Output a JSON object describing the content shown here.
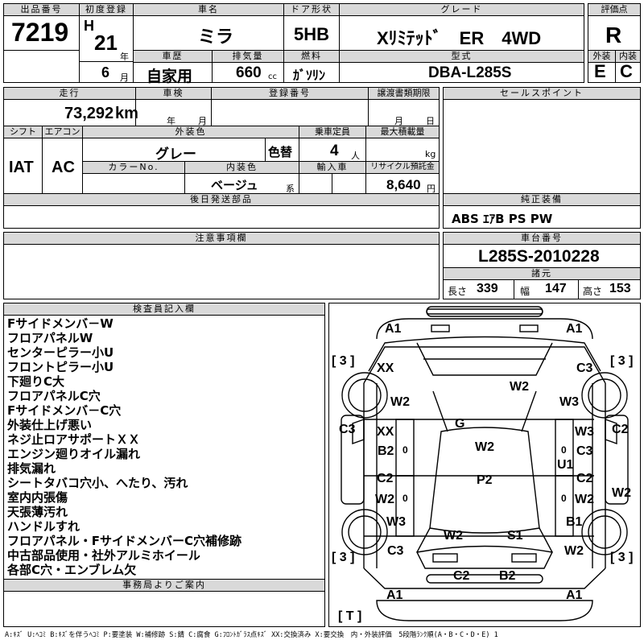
{
  "header": {
    "lot_label": "出品番号",
    "lot_number": "7219",
    "first_reg_label": "初度登録",
    "era": "H",
    "year": "21",
    "year_unit": "年",
    "month": "6",
    "month_unit": "月",
    "car_name_label": "車名",
    "car_name": "ミラ",
    "door_label": "ドア形状",
    "door": "5HB",
    "grade_label": "グレード",
    "grade": "Xﾘﾐﾃｯﾄﾞ　ER　4WD",
    "score_label": "評価点",
    "score": "R",
    "history_label": "車歴",
    "history": "自家用",
    "displacement_label": "排気量",
    "displacement": "660",
    "displacement_unit": "cc",
    "fuel_label": "燃料",
    "fuel": "ｶﾞｿﾘﾝ",
    "model_label": "型式",
    "model": "DBA-L285S",
    "exterior_label": "外装",
    "exterior": "E",
    "interior_label": "内装",
    "interior": "C"
  },
  "row2": {
    "mileage_label": "走行",
    "mileage": "73,292",
    "mileage_unit": "km",
    "inspection_label": "車検",
    "insp_year_unit": "年",
    "insp_month_unit": "月",
    "reg_no_label": "登録番号",
    "transfer_label": "譲渡書類期限",
    "transfer_month": "月",
    "transfer_day": "日",
    "sales_point_label": "セールスポイント",
    "shift_label": "シフト",
    "shift": "IAT",
    "ac_label": "エアコン",
    "ac": "AC",
    "color_label": "外装色",
    "color": "グレー",
    "color_change": "色替",
    "capacity_label": "乗車定員",
    "capacity": "4",
    "capacity_unit": "人",
    "max_load_label": "最大積載量",
    "max_load_unit": "kg",
    "color_no_label": "カラーNo.",
    "interior_color_label": "内装色",
    "interior_color": "ベージュ",
    "interior_color_unit": "系",
    "import_label": "輸入車",
    "recycle_label": "リサイクル預託金",
    "recycle": "8,640",
    "recycle_unit": "円",
    "later_parts_label": "後日発送部品",
    "equipment_label": "純正装備",
    "equipment": "ABS ｴｱB PS PW"
  },
  "notes": {
    "caution_label": "注意事項欄",
    "chassis_label": "車台番号",
    "chassis": "L285S-2010228",
    "spec_label": "諸元",
    "length_label": "長さ",
    "length": "339",
    "width_label": "幅",
    "width": "147",
    "height_label": "高さ",
    "height": "153"
  },
  "inspector": {
    "label": "検査員記入欄",
    "lines": [
      "Fサイドメンバ－W",
      "フロアパネルW",
      "センターピラー小U",
      "フロントピラー小U",
      "下廻りC大",
      "フロアパネルC穴",
      "Fサイドメンバ－C穴",
      "外装仕上げ悪い",
      "ネジ止ロアサポートＸＸ",
      "エンジン廻りオイル漏れ",
      "排気漏れ",
      "シートタバコ穴小、へたり、汚れ",
      "室内内張傷",
      "天張薄汚れ",
      "ハンドルすれ",
      "フロアパネル・FサイドメンバーC穴補修跡",
      "中古部品使用・社外アルミホイール",
      "各部C穴・エンブレム欠"
    ],
    "office_label": "事務局よりご案内"
  },
  "diagram_marks": {
    "front_left": "A1",
    "front_right": "A1",
    "rear_left": "A1",
    "rear_right": "A1",
    "tire_fl": "[ 3 ]",
    "tire_fr": "[ 3 ]",
    "tire_rl": "[ 3 ]",
    "tire_rr": "[ 3 ]",
    "spare": "[ T ]",
    "m1": "XX",
    "m2": "W2",
    "m3": "C3",
    "m4": "W2",
    "m5": "W3",
    "m6": "C3",
    "m7": "XX",
    "m8": "G",
    "m9": "W3",
    "m10": "C2",
    "m11": "B2",
    "m12": "W2",
    "m13": "C3",
    "m14": "U1",
    "m15": "C2",
    "m16": "P2",
    "m17": "C2",
    "m18": "W2",
    "m19": "W2",
    "m20": "W2",
    "m21": "W3",
    "m22": "B1",
    "m23": "W2",
    "m24": "S1",
    "m25": "C3",
    "m26": "W2",
    "m27": "C2",
    "m28": "B2",
    "o1": "0",
    "o2": "0",
    "o3": "0",
    "o4": "0"
  },
  "legend": "A:ｷｽﾞ U:ﾍｺﾐ B:ｷｽﾞを伴うﾍｺﾐ P:要塗装 W:補修跡 S:錆 C:腐食 G:ﾌﾛﾝﾄｶﾞﾗｽ点ｷｽﾞ XX:交換済み X:要交換　内・外装評価　5段階ﾗﾝｸ順(A・B・C・D・E) 1"
}
